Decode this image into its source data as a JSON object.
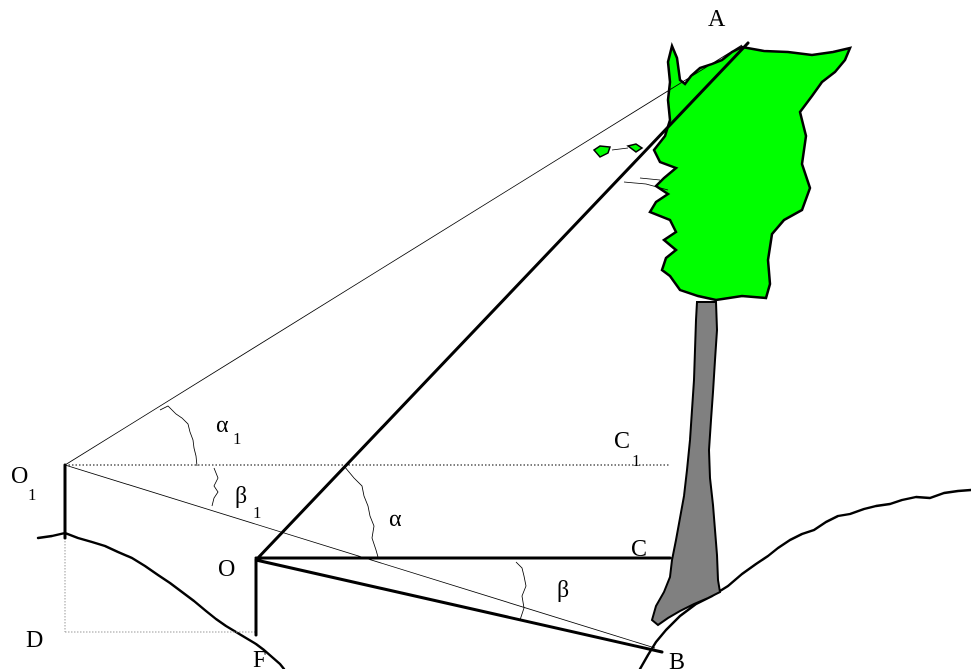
{
  "colors": {
    "crown": "#00ff00",
    "trunk": "#808080",
    "ink": "#000000",
    "construction": "#9a9a9a"
  },
  "labels": {
    "A": "A",
    "B": "B",
    "C": "C",
    "C1": {
      "main": "C",
      "sub": "1"
    },
    "O": "O",
    "O1": {
      "main": "O",
      "sub": "1"
    },
    "D": "D",
    "F": "F",
    "alpha": "α",
    "alpha1": {
      "main": "α",
      "sub": "1"
    },
    "beta": "β",
    "beta1": {
      "main": "β",
      "sub": "1"
    }
  }
}
